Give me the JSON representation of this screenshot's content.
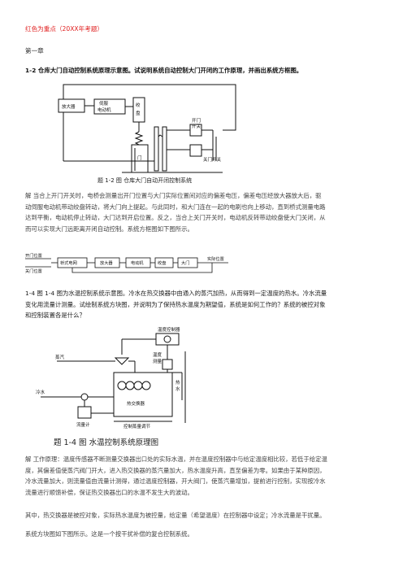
{
  "header": {
    "title": "红色为重点（20XX年考题）"
  },
  "chapter": "第一章",
  "q1": {
    "title": "1-2 仓库大门自动控制系统原理示意图。试说明系统自动控制大门开闭的工作原理，并画出系统方框图。",
    "figure": {
      "caption": "题 1-2 图   仓库大门自动开闭控制系统",
      "amplifier": "放大器",
      "servo_motor": "伺服\n电动机",
      "drum": "绞\n盘",
      "door": "门",
      "open_switch": "开门\n开关",
      "close_switch": "关门开关"
    },
    "answer_lines": [
      "解  当合上开门开关时，电桥会测量出开门位置与大门实际位置间对应的偏差电压，偏差电压经放大器放大后，驱",
      "动伺服电动机带动绞盘转动，将大门向上提起。与此同时，和大门连在一起的电刷也向上移动，直到桥式测量电路",
      "达到平衡，电动机停止转动，大门达到开启位置。反之，当合上关门开关时，电动机反转带动绞盘使大门关闭，从",
      "而可以实现大门远距离开闭自动控制。系统方框图如下图所示。"
    ],
    "block": {
      "in1": "开门位置",
      "in2": "关门位置",
      "b1": "桥式电网",
      "b2": "放大器",
      "b3": "电动机",
      "b4": "绞盘",
      "b5": "大门",
      "out": "实际位置"
    }
  },
  "q2": {
    "title_lines": [
      "1-4  图 1-4 图为水温控制系统示意图。冷水在热交换器中由通入的蒸汽加热，从而得到一定温度的热水。冷水流量",
      "变化用流量计测量。试绘制系统方块图，并说明为了保持热水温度为期望值，系统是如何工作的？系统的被控对象",
      "和控制装置各是什么？"
    ],
    "figure": {
      "caption": "题 1-4 图   水温控制系统原理图",
      "temp_controller": "温度控制器",
      "steam": "蒸汽",
      "temp_measure": "温度\n测量",
      "hot_water": "热\n水",
      "heat_exchanger": "热交换器",
      "cold_water": "冷水",
      "flow_meter": "流量计",
      "flow_controller": "控制蒸量调节"
    },
    "answer_lines": [
      "解 工作原理：温度传感器不断测量交换器出口处的实际水温，并在温度控制器中与给定温度相比较，若低于给定温",
      "度，其偏差值使蒸汽阀门开大，进入热交换器的蒸汽量加大，热水温度升高，直至偏差为零。如果由于某种原因，",
      "冷水流量加大，则流量值由流量计测得，通过温度控制器，开大阀门，使蒸汽量增加，提前进行控制，实现按冷水",
      "流量进行顺馈补偿，保证热交换器出口的水温不发生大的波动。"
    ],
    "p2": "其中，热交换器是被控对象，实际热水温度为被控量，给定量（希望温度）在控制器中设定；冷水流量是干扰量。",
    "p3": "系统方块图如下图所示。这是一个按干扰补偿的复合控制系统。"
  }
}
